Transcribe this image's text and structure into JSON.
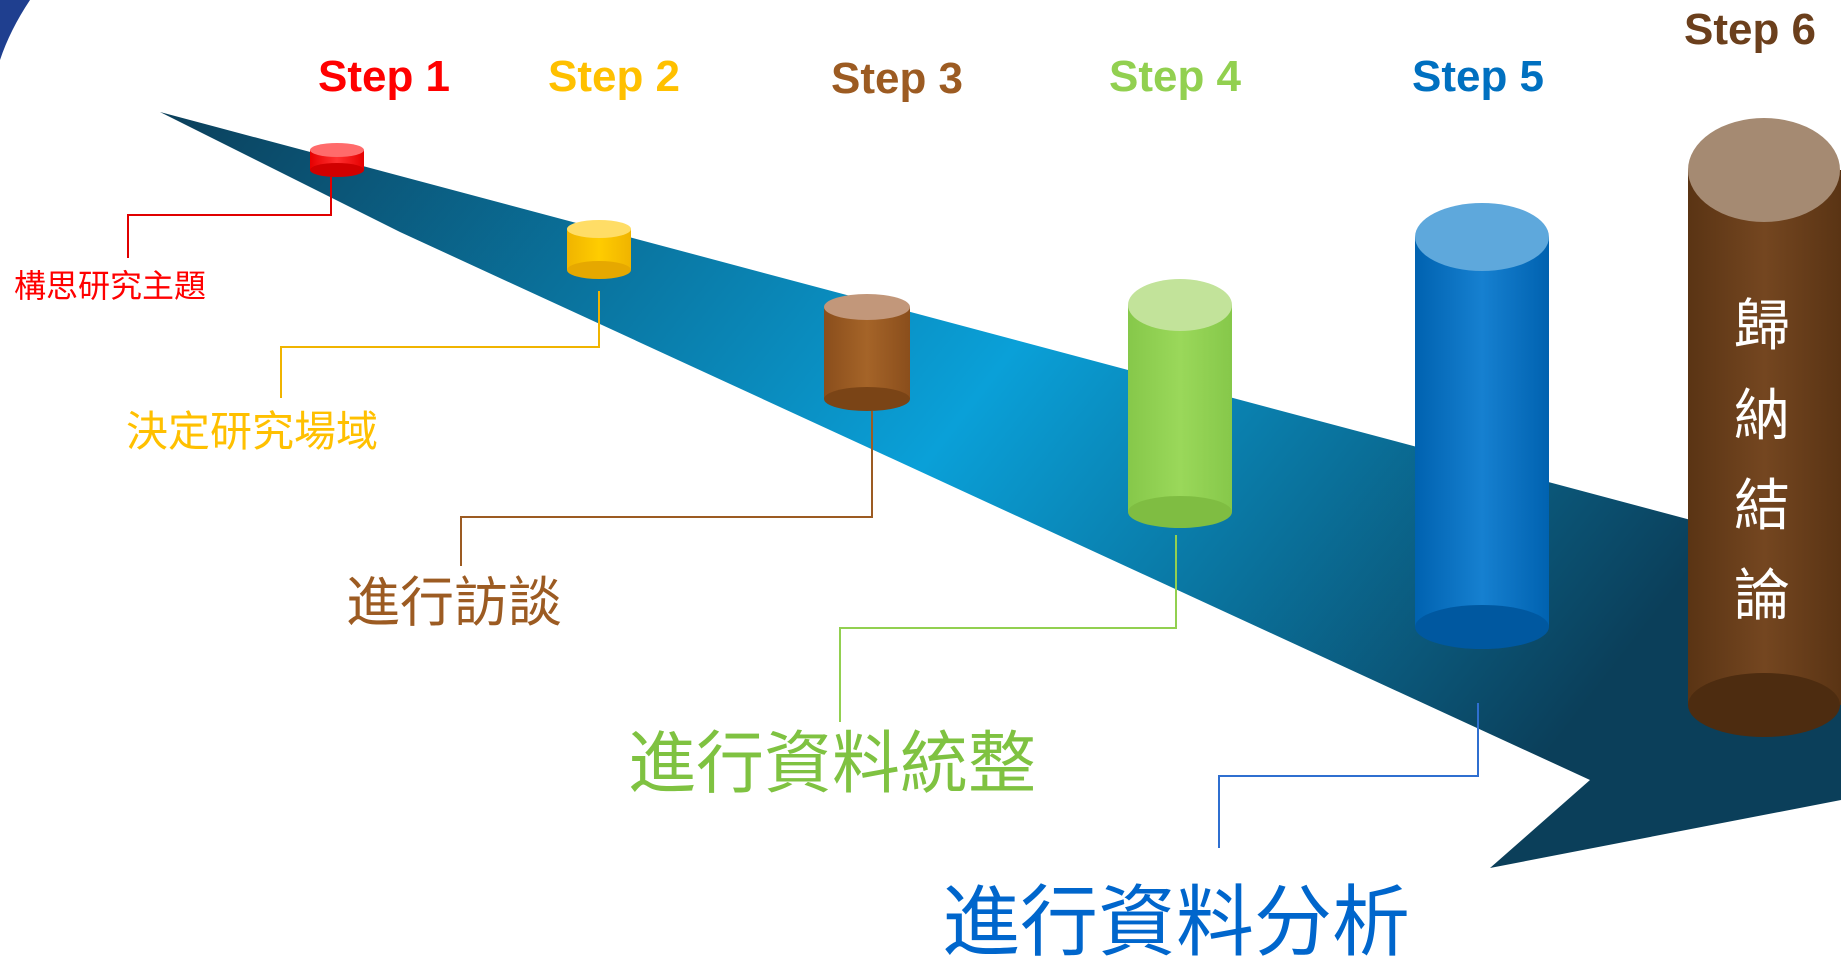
{
  "steps": [
    {
      "label": "Step 1",
      "description": "構思研究主題",
      "color": "#ff0000"
    },
    {
      "label": "Step 2",
      "description": "決定研究場域",
      "color": "#ffc000"
    },
    {
      "label": "Step 3",
      "description": "進行訪談",
      "color": "#9c5b22"
    },
    {
      "label": "Step 4",
      "description": "進行資料統整",
      "color": "#92d050"
    },
    {
      "label": "Step 5",
      "description": "進行資料分析",
      "color": "#0070c0"
    },
    {
      "label": "Step 6",
      "description_chars": [
        "歸",
        "納",
        "結",
        "論"
      ],
      "color": "#6b3f1c"
    }
  ],
  "colors": {
    "arrow_dark": "#0b3f5a",
    "arrow_light": "#0aa0d8",
    "corner_accent": "#1f3f8f",
    "final_text": "#ffffff"
  }
}
